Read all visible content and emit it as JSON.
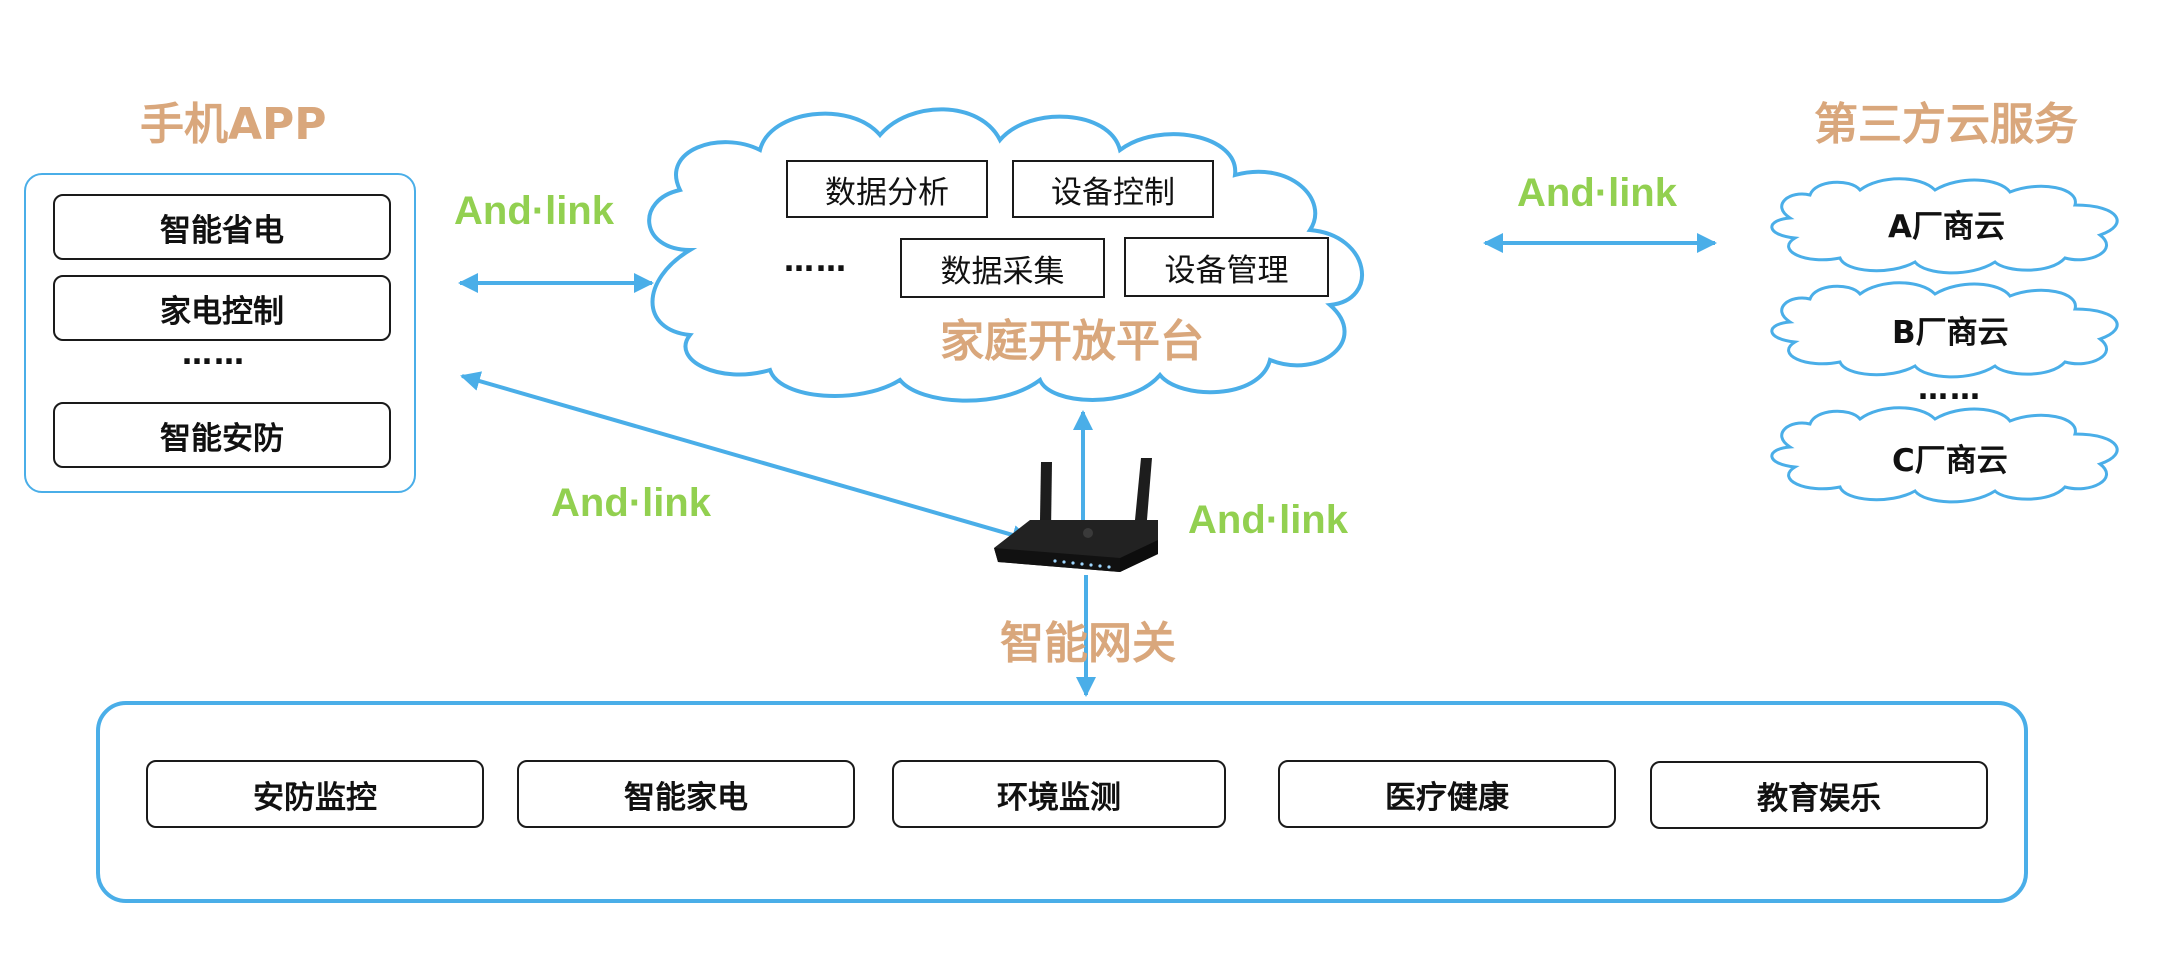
{
  "colors": {
    "title_accent": "#d9a77c",
    "andlink_green": "#92d050",
    "connector_blue": "#4aaee8",
    "box_border": "#1a1a1a"
  },
  "app_section": {
    "title": "手机APP",
    "items": [
      "智能省电",
      "家电控制",
      "智能安防"
    ],
    "ellipsis": "……"
  },
  "platform": {
    "label": "家庭开放平台",
    "boxes": [
      "数据分析",
      "设备控制",
      "数据采集",
      "设备管理"
    ],
    "ellipsis": "……"
  },
  "third_party": {
    "title": "第三方云服务",
    "clouds": [
      "A厂商云",
      "B厂商云",
      "C厂商云"
    ],
    "ellipsis": "……"
  },
  "gateway": {
    "label": "智能网关",
    "icon": "wifi-router-icon"
  },
  "devices": {
    "items": [
      "安防监控",
      "智能家电",
      "环境监测",
      "医疗健康",
      "教育娱乐"
    ]
  },
  "protocol_labels": {
    "app_to_platform": "And·link",
    "platform_to_cloud": "And·link",
    "app_to_gateway": "And·link",
    "gateway_to_platform": "And·link"
  }
}
